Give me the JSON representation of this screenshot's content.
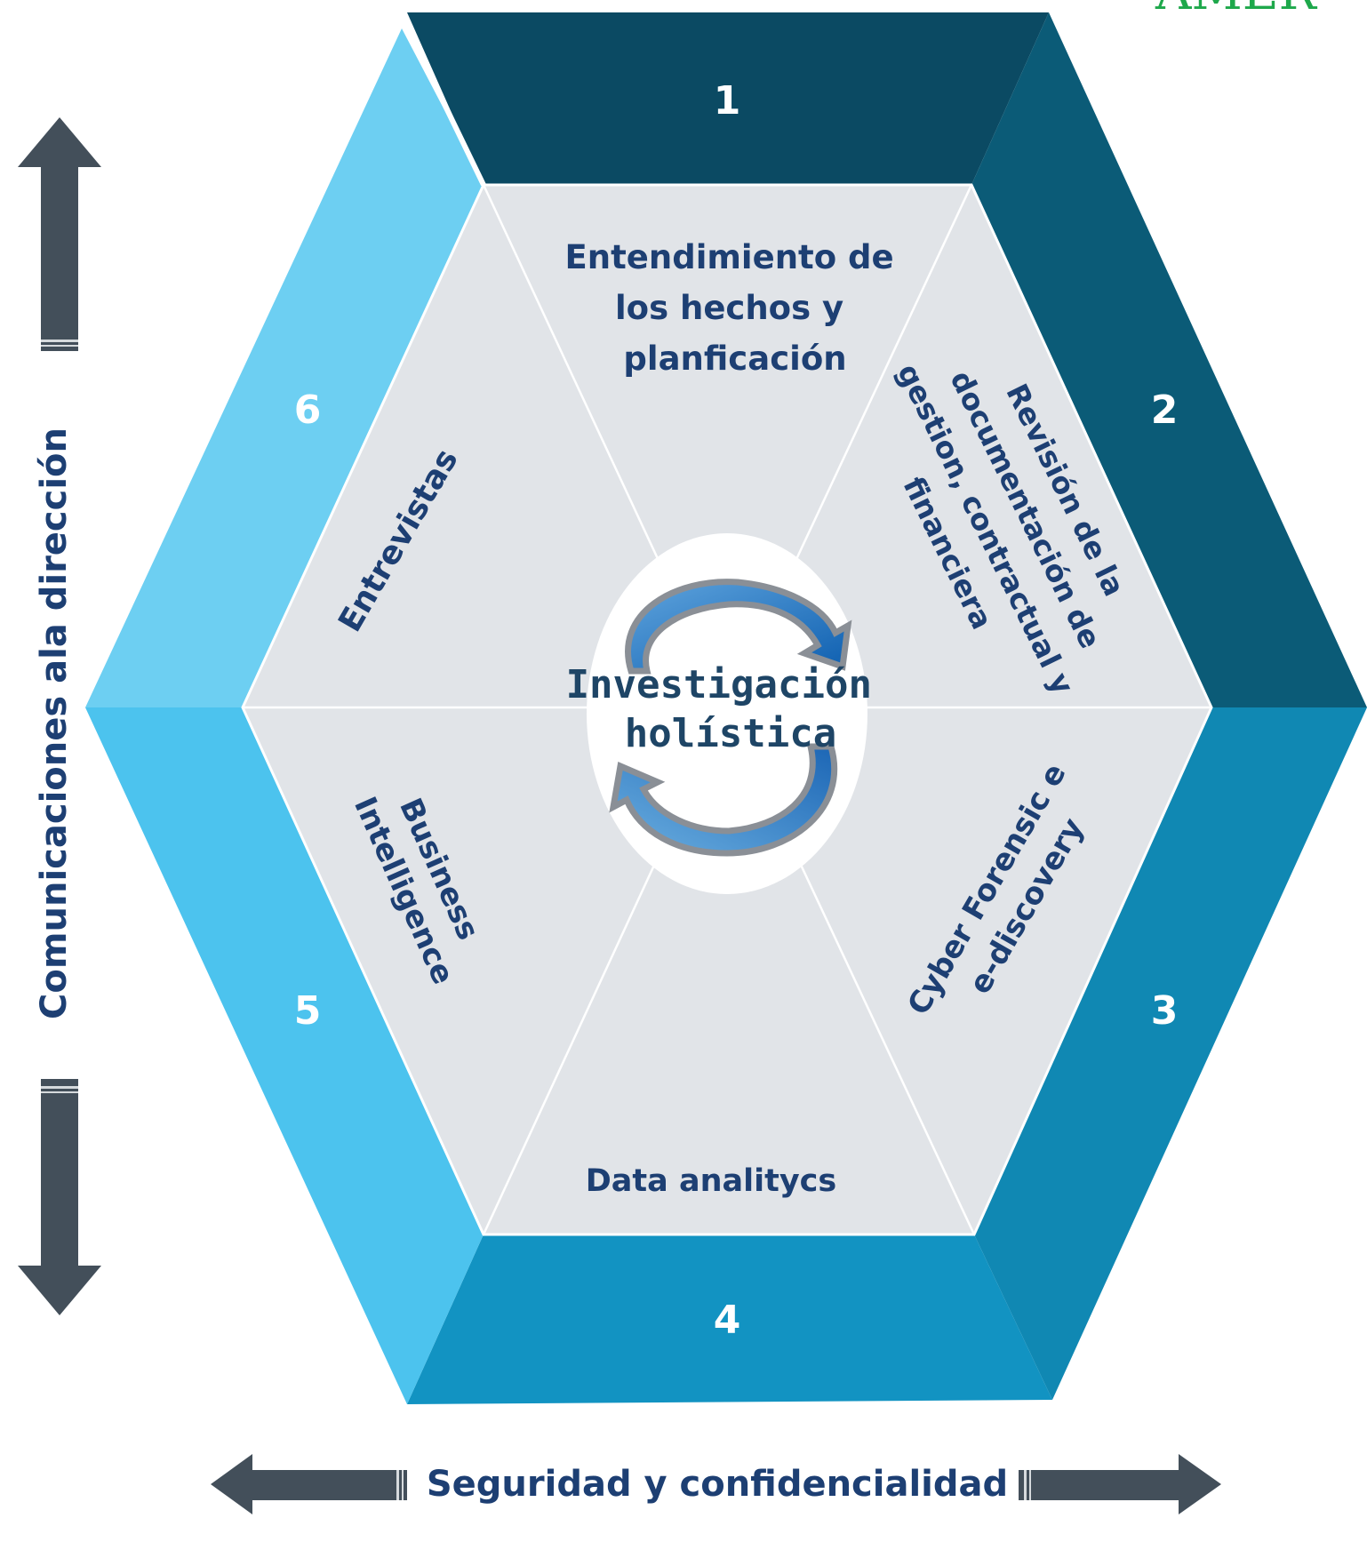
{
  "diagram": {
    "center_label": [
      "Investigación",
      "holística"
    ],
    "segments": [
      {
        "number": "1",
        "label": [
          "Entendimiento de",
          "los hechos y",
          "planficación"
        ]
      },
      {
        "number": "2",
        "label": [
          "Revisión de la",
          "documentación de",
          "gestion, contractual y",
          "financiera"
        ]
      },
      {
        "number": "3",
        "label": [
          "Cyber Forensic e",
          "e-discovery"
        ]
      },
      {
        "number": "4",
        "label": [
          "Data analitycs"
        ]
      },
      {
        "number": "5",
        "label": [
          "Business",
          "Intelligence"
        ]
      },
      {
        "number": "6",
        "label": [
          "Entrevistas"
        ]
      }
    ],
    "vertical_axis_label": "Comunicaciones ala dirección",
    "horizontal_axis_label": "Seguridad y confidencialidad",
    "logo_fragment": "AMER"
  },
  "colors": {
    "band_1": "#0b4a63",
    "band_2": "#0b5b77",
    "band_3": "#1088b3",
    "band_4": "#1293c2",
    "band_5": "#4cc3ee",
    "band_6": "#6dcff2",
    "inner_fill": "#e1e4e8",
    "inner_text": "#1d3f73",
    "arrow_gray": "#434f5a",
    "logo_green": "#1ea84b"
  }
}
